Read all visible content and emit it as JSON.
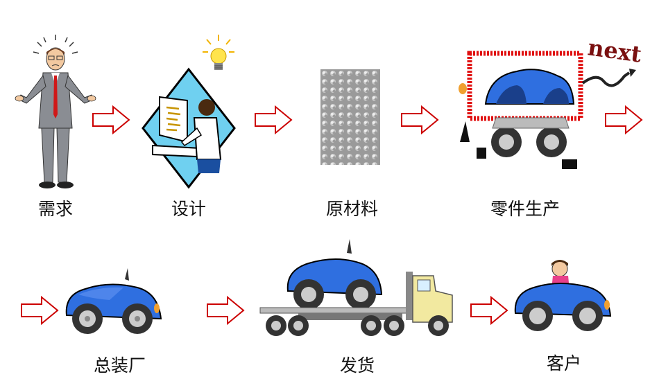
{
  "steps": [
    {
      "label": "需求",
      "icon": "confused-person-icon"
    },
    {
      "label": "设计",
      "icon": "designer-at-computer-icon"
    },
    {
      "label": "原材料",
      "icon": "raw-material-icon"
    },
    {
      "label": "零件生产",
      "icon": "parts-production-icon",
      "badge": "next"
    },
    {
      "label": "总装厂",
      "icon": "assembled-car-icon"
    },
    {
      "label": "发货",
      "icon": "car-on-truck-icon"
    },
    {
      "label": "客户",
      "icon": "customer-driving-car-icon"
    }
  ],
  "colors": {
    "arrow_outline": "#cc0000",
    "car_body": "#2f6fe0",
    "frame_red": "#e01010",
    "badge_text": "#7a1010"
  }
}
